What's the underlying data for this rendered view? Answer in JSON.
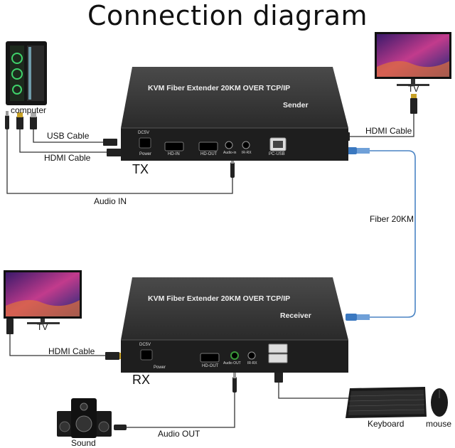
{
  "title": "Connection diagram",
  "sender": {
    "product": "KVM Fiber Extender 20KM OVER TCP/IP",
    "role": "Sender",
    "tag": "TX",
    "ports": {
      "dc": "DC5V",
      "power": "Power",
      "hdmi_in": "HD-IN",
      "hdmi_out": "HD-OUT",
      "audio": "Audio-in",
      "ir": "IR-RX",
      "usb": "PC-USB"
    }
  },
  "receiver": {
    "product": "KVM Fiber Extender 20KM OVER TCP/IP",
    "role": "Receiver",
    "tag": "RX",
    "ports": {
      "dc": "DC5V",
      "power": "Power",
      "hdmi_out": "HD-OUT",
      "audio": "Audio OUT",
      "ir": "IR-RX"
    }
  },
  "devices": {
    "computer": "computer",
    "tv_top": "TV",
    "tv_bottom": "TV",
    "sound": "Sound",
    "keyboard": "Keyboard",
    "mouse": "mouse"
  },
  "cables": {
    "usb": "USB Cable",
    "hdmi_pc": "HDMI Cable",
    "audio_in": "Audio IN",
    "hdmi_tv_top": "HDMI Cable",
    "fiber": "Fiber 20KM",
    "hdmi_tv_bottom": "HDMI Cable",
    "audio_out": "Audio OUT"
  },
  "colors": {
    "box": "#2b2b2b",
    "fiber": "#4a84c4",
    "cable": "#333333"
  }
}
